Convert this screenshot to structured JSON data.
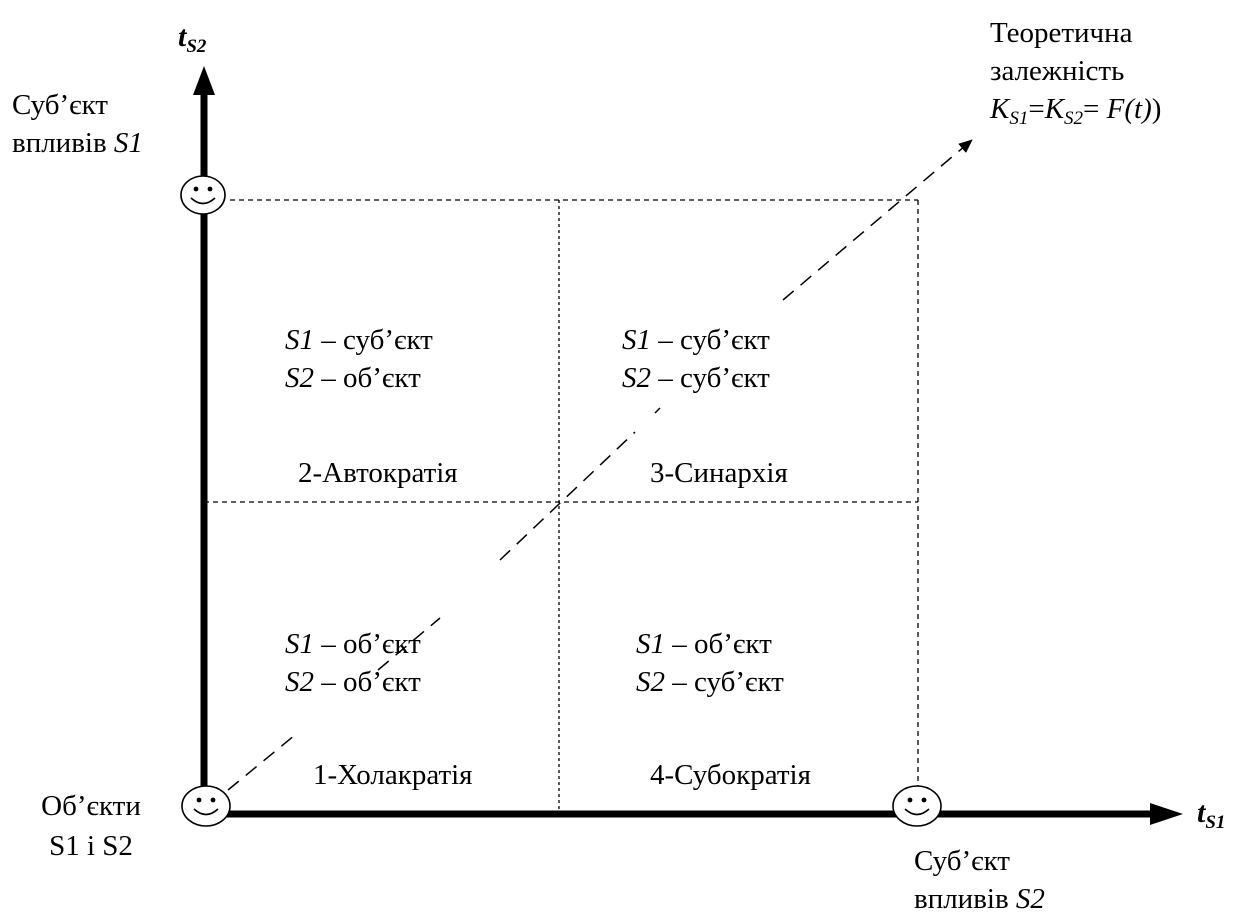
{
  "axes": {
    "y_label_main": "t",
    "y_label_sub": "S2",
    "x_label_main": "t",
    "x_label_sub": "S1"
  },
  "labels": {
    "top_left_line1": "Суб’єкт",
    "top_left_line2_prefix": "впливів ",
    "top_left_line2_italic": "S1",
    "bottom_left_line1": "Об’єкти",
    "bottom_left_line2": "S1 і S2",
    "bottom_right_line1": "Суб’єкт",
    "bottom_right_line2_prefix": "впливів ",
    "bottom_right_line2_italic": "S2",
    "theory_line1": "Теоретична",
    "theory_line2": "залежність",
    "theory_k1": "K",
    "theory_k1_sub": "S1",
    "theory_eq1": "=",
    "theory_k2": "K",
    "theory_k2_sub": "S2",
    "theory_eq2": "= ",
    "theory_func": "F(t)",
    "theory_close": ")"
  },
  "quadrants": [
    {
      "id": "q2",
      "line1_var": "S1",
      "line1_text": " – суб’єкт",
      "line2_var": "S2",
      "line2_text": " – об’єкт",
      "title": "2-Автократія"
    },
    {
      "id": "q3",
      "line1_var": "S1",
      "line1_text": " – суб’єкт",
      "line2_var": "S2",
      "line2_text": " – суб’єкт",
      "title": "3-Синархія"
    },
    {
      "id": "q1",
      "line1_var": "S1",
      "line1_text": " – об’єкт",
      "line2_var": "S2",
      "line2_text": " – об’єкт",
      "title": "1-Холакратія"
    },
    {
      "id": "q4",
      "line1_var": "S1",
      "line1_text": " – об’єкт",
      "line2_var": "S2",
      "line2_text": " – суб’єкт",
      "title": "4-Субократія"
    }
  ],
  "icons": {
    "smiley": "smiley-face-icon"
  }
}
